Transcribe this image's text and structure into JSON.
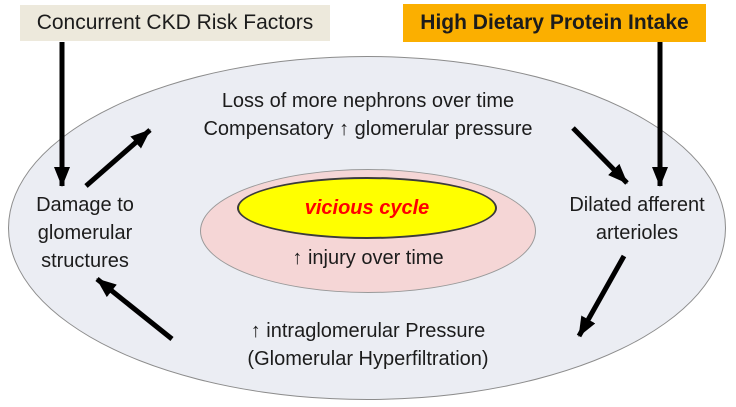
{
  "title_boxes": {
    "ckd": {
      "label": "Concurrent CKD Risk Factors"
    },
    "protein": {
      "label": "High Dietary Protein Intake"
    }
  },
  "cycle": {
    "top": {
      "line1": "Loss of more nephrons over time",
      "line2": "Compensatory ↑ glomerular pressure"
    },
    "left": {
      "line1": "Damage to",
      "line2": "glomerular",
      "line3": "structures"
    },
    "right": {
      "line1": "Dilated afferent",
      "line2": "arterioles"
    },
    "bottom": {
      "line1": "↑ intraglomerular Pressure",
      "line2": "(Glomerular Hyperfiltration)"
    },
    "center": {
      "vicious_label": "vicious cycle",
      "injury_label": "↑ injury over time"
    }
  },
  "colors": {
    "ckd_box_bg": "#EDE9DC",
    "protein_box_bg": "#FBAF00",
    "outer_ellipse_fill": "#EBEDF3",
    "outer_ellipse_border": "#8C8C8C",
    "pink_ellipse_fill": "#F5D6D6",
    "pink_ellipse_border": "#999999",
    "vicious_ellipse_fill": "#FFFF00",
    "vicious_ellipse_border": "#3B3B3B",
    "vicious_text": "#FF0000",
    "arrow": "#000000",
    "text": "#1C1C1C"
  }
}
